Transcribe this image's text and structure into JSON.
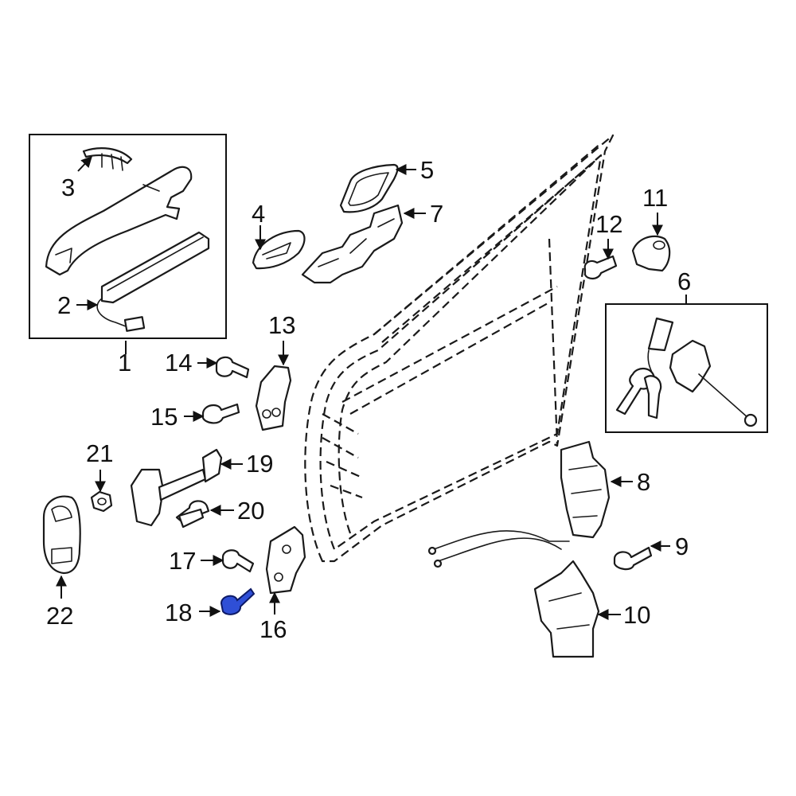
{
  "diagram": {
    "highlight_color": "#2f4fd6",
    "callouts": {
      "c1": "1",
      "c2": "2",
      "c3": "3",
      "c4": "4",
      "c5": "5",
      "c6": "6",
      "c7": "7",
      "c8": "8",
      "c9": "9",
      "c10": "10",
      "c11": "11",
      "c12": "12",
      "c13": "13",
      "c14": "14",
      "c15": "15",
      "c16": "16",
      "c17": "17",
      "c18": "18",
      "c19": "19",
      "c20": "20",
      "c21": "21",
      "c22": "22"
    }
  }
}
